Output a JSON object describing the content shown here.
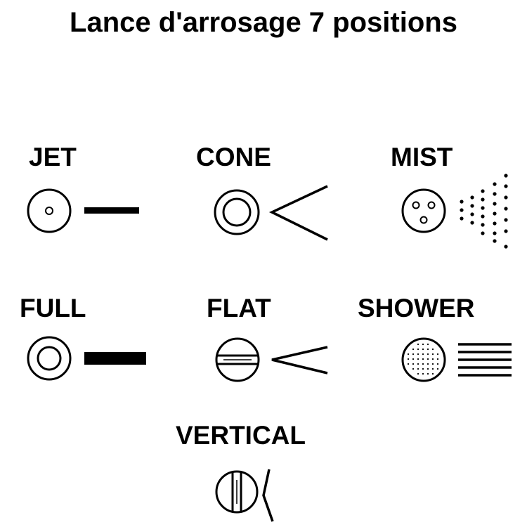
{
  "title": "Lance d'arrosage 7 positions",
  "modes": {
    "jet": "JET",
    "cone": "CONE",
    "mist": "MIST",
    "full": "FULL",
    "flat": "FLAT",
    "shower": "SHOWER",
    "vertical": "VERTICAL"
  },
  "colors": {
    "ink": "#000000",
    "background": "#ffffff"
  }
}
